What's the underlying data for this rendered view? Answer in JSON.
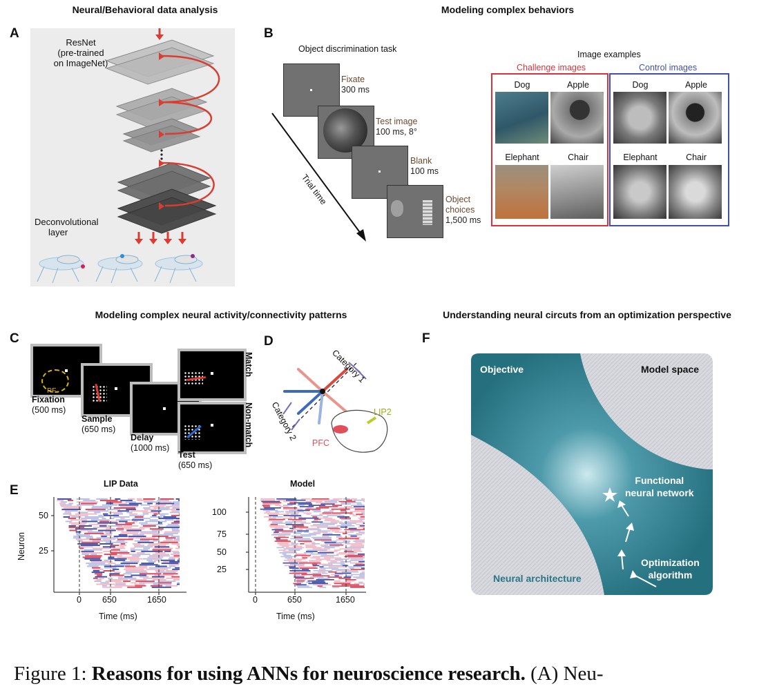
{
  "titles": {
    "a": "Neural/Behavioral data analysis",
    "b": "Modeling complex behaviors",
    "cde": "Modeling complex neural activity/connectivity patterns",
    "f": "Understanding neural circuts from an optimization perspective"
  },
  "panel_letters": {
    "a": "A",
    "b": "B",
    "c": "C",
    "d": "D",
    "e": "E",
    "f": "F"
  },
  "panel_a": {
    "resnet_label_1": "ResNet",
    "resnet_label_2": "(pre-trained",
    "resnet_label_3": "on ImageNet)",
    "deconv_label_1": "Deconvolutional",
    "deconv_label_2": "layer"
  },
  "panel_b": {
    "task_title": "Object discrimination task",
    "steps": [
      {
        "name": "Fixate",
        "duration": "300 ms"
      },
      {
        "name": "Test image",
        "duration": "100 ms, 8°"
      },
      {
        "name": "Blank",
        "duration": "100 ms"
      },
      {
        "name": "Object",
        "name2": "choices",
        "duration": "1,500 ms"
      }
    ],
    "trial_time": "Trial time",
    "examples_title": "Image examples",
    "challenge_title": "Challenge images",
    "control_title": "Control images",
    "challenge_color": "#d6343a",
    "control_color": "#3e50a8",
    "image_labels": [
      "Dog",
      "Apple",
      "Elephant",
      "Chair"
    ]
  },
  "panel_c": {
    "rf": "RF",
    "fixation": "Fixation",
    "fixation_ms": "(500 ms)",
    "sample": "Sample",
    "sample_ms": "(650 ms)",
    "delay": "Delay",
    "delay_ms": "(1000 ms)",
    "test": "Test",
    "test_ms": "(650 ms)",
    "match": "Match",
    "nonmatch": "Non-match"
  },
  "panel_d": {
    "category1": "Category 1",
    "category2": "Category 2",
    "lip2": "LIP2",
    "pfc": "PFC"
  },
  "panel_e": {
    "chart_data": [
      {
        "type": "heatmap",
        "title": "LIP Data",
        "xlabel": "Time (ms)",
        "ylabel": "Neuron",
        "xticks": [
          "0",
          "650",
          "1650"
        ],
        "yticks": [
          "25",
          "50"
        ],
        "event_lines_ms": [
          0,
          650,
          1650
        ]
      },
      {
        "type": "heatmap",
        "title": "Model",
        "xlabel": "Time (ms)",
        "ylabel": "",
        "xticks": [
          "0",
          "650",
          "1650"
        ],
        "yticks": [
          "25",
          "50",
          "75",
          "100"
        ],
        "event_lines_ms": [
          0,
          650,
          1650
        ]
      }
    ]
  },
  "panel_f": {
    "objective": "Objective",
    "model_space": "Model space",
    "neural_architecture": "Neural architecture",
    "functional_1": "Functional",
    "functional_2": "neural network",
    "optimization_1": "Optimization",
    "optimization_2": "algorithm",
    "teal_color": "#2f7e8f"
  },
  "caption": {
    "figure_label": "Figure 1:",
    "bold_title": "Reasons for using ANNs for neuroscience research.",
    "rest": "(A) Neu-"
  }
}
